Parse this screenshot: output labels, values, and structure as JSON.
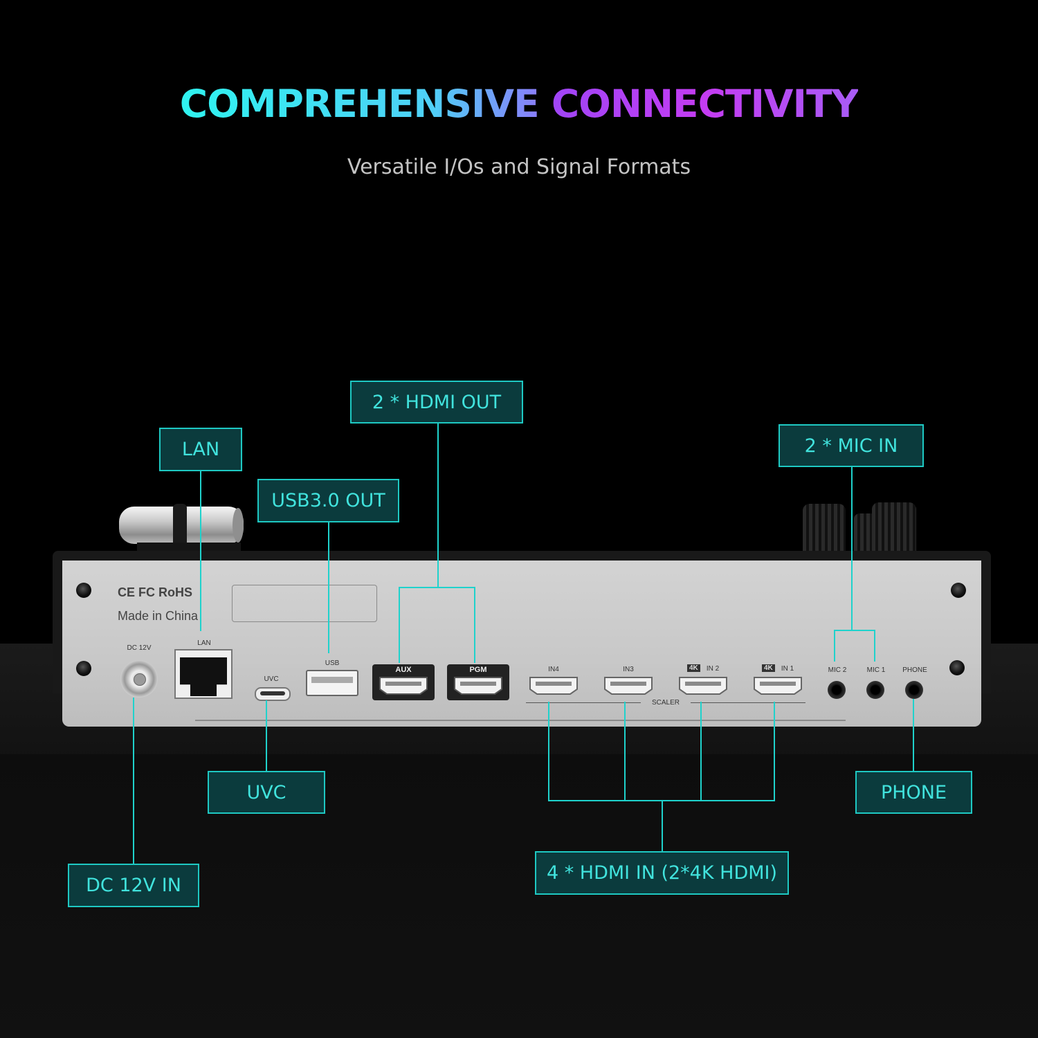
{
  "header": {
    "title_part1": "COMPREHENSIVE",
    "title_part2": "CONNECTIVITY",
    "subtitle": "Versatile I/Os and Signal Formats"
  },
  "colors": {
    "background": "#000000",
    "callout_fill": "#0b3b3d",
    "callout_border": "#1ec9c3",
    "callout_text": "#41e3dd",
    "title_gradient_start": "#2ff3f0",
    "title_gradient_end": "#c43cf2"
  },
  "callouts": {
    "hdmi_out": "2 * HDMI OUT",
    "lan": "LAN",
    "usb_out": "USB3.0 OUT",
    "mic_in": "2 * MIC IN",
    "uvc": "UVC",
    "phone": "PHONE",
    "dc_in": "DC 12V IN",
    "hdmi_in": "4 * HDMI IN (2*4K HDMI)"
  },
  "panel": {
    "certifications": "CE FC RoHS",
    "made_in": "Made in China",
    "port_labels": {
      "dc": "DC 12V",
      "lan": "LAN",
      "uvc": "UVC",
      "usb": "USB",
      "aux": "AUX",
      "pgm": "PGM",
      "in4": "IN4",
      "in3": "IN3",
      "in2": "IN 2",
      "in1": "IN 1",
      "badge_4k": "4K",
      "scaler": "SCALER",
      "mic2": "MIC 2",
      "mic1": "MIC 1",
      "phone": "PHONE"
    }
  }
}
